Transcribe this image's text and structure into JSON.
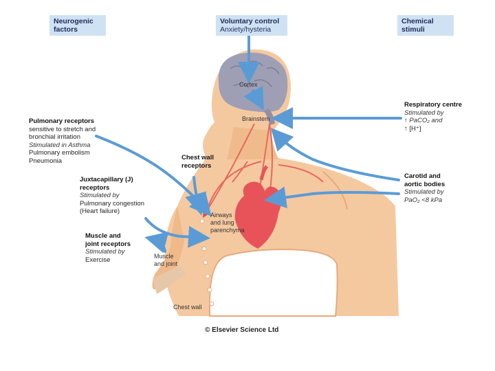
{
  "headers": {
    "neurogenic": [
      "Neurogenic",
      "factors"
    ],
    "voluntary": [
      "Voluntary control",
      "Anxiety/hysteria"
    ],
    "chemical": [
      "Chemical",
      "stimuli"
    ]
  },
  "pulmonary": {
    "title": "Pulmonary receptors",
    "desc": [
      "sensitive to stretch and",
      "bronchial irritation"
    ],
    "stim": "Stimulated in Asthma",
    "list": [
      "Pulmonary embolism",
      "Pneumonia"
    ]
  },
  "chest_wall": [
    "Chest wall",
    "receptors"
  ],
  "juxta": {
    "title": [
      "Juxtacapillary (J)",
      "receptors"
    ],
    "stim": "Stimulated by",
    "list": [
      "Pulmonary congestion",
      "(Heart failure)"
    ]
  },
  "muscle": {
    "title": [
      "Muscle and",
      "joint receptors"
    ],
    "stim": "Stimulated by",
    "list": [
      "Exercise"
    ]
  },
  "resp_centre": {
    "title": "Respiratory centre",
    "stim": "Stimulated by",
    "lines": [
      "↑ PaCO₂ and",
      "↑ [H⁺]"
    ]
  },
  "carotid": {
    "title": [
      "Carotid and",
      "aortic bodies"
    ],
    "stim": "Stimulated by",
    "line": "PaO₂ <8 kPa"
  },
  "anatomy": {
    "cortex": "Cortex",
    "brainstem": "Brainstem",
    "airways": [
      "Airways",
      "and lung",
      "parenchyma"
    ],
    "muscle_joint": [
      "Muscle",
      "and joint"
    ],
    "chest_wall": "Chest wall"
  },
  "copyright": "© Elsevier Science Ltd",
  "colors": {
    "arrow": "#5b9bd5",
    "box": "#cfe2f3",
    "skin": "#f5c9a0",
    "heart": "#e8535a",
    "brain": "#9e9fb4"
  }
}
